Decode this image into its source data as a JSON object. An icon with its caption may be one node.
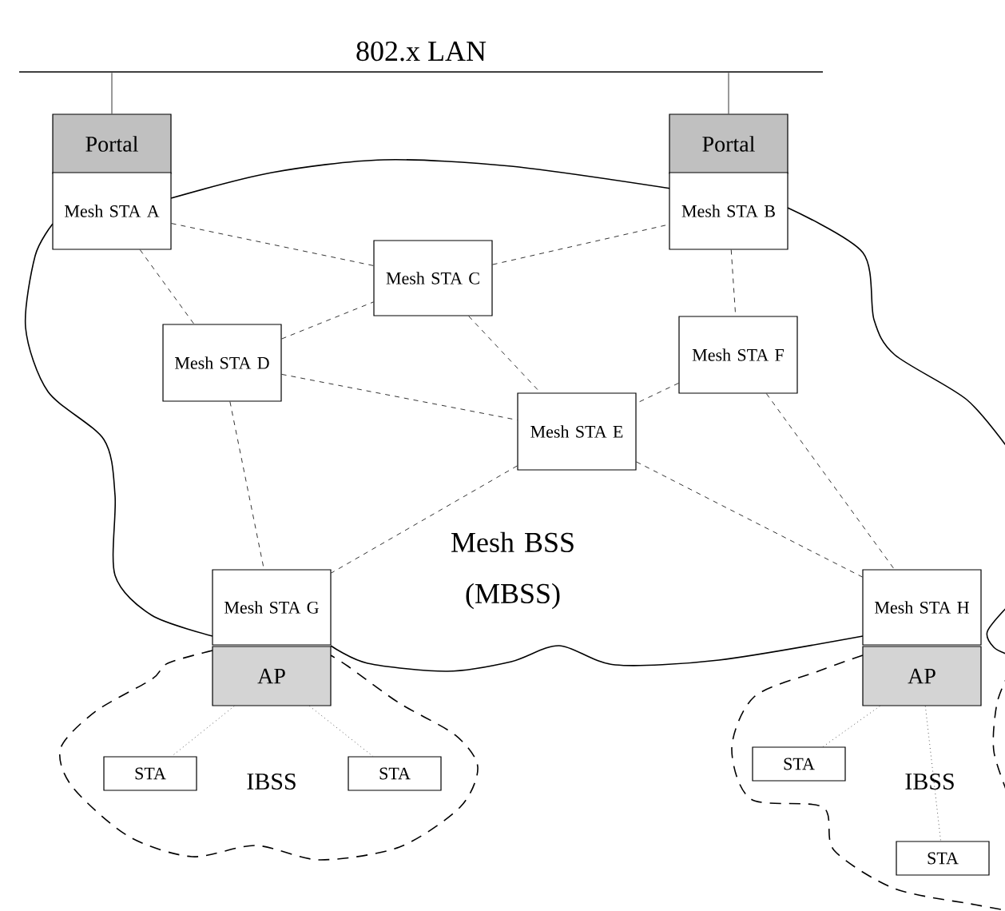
{
  "diagram": {
    "nodes": [
      {
        "text": [
          "802.x LAN"
        ]
      },
      {
        "text": [
          "Portal"
        ]
      },
      {
        "text": [
          "Mesh STA A"
        ]
      },
      {
        "text": [
          "Portal"
        ]
      },
      {
        "text": [
          "Mesh STA B"
        ]
      },
      {
        "text": [
          "Mesh STA C"
        ]
      },
      {
        "text": [
          "Mesh STA D"
        ]
      },
      {
        "text": [
          "Mesh STA E"
        ]
      },
      {
        "text": [
          "Mesh STA F"
        ]
      },
      {
        "text": [
          "Mesh STA G"
        ]
      },
      {
        "text": [
          "AP"
        ]
      },
      {
        "text": [
          "Mesh STA H"
        ]
      },
      {
        "text": [
          "AP"
        ]
      },
      {
        "text": [
          "STA"
        ]
      },
      {
        "text": [
          "STA"
        ]
      },
      {
        "text": [
          "STA"
        ]
      },
      {
        "text": [
          "STA"
        ]
      }
    ],
    "edges": [
      {
        "from": 0,
        "to": 1,
        "arrow": "none"
      },
      {
        "from": 0,
        "to": 3,
        "arrow": "none"
      },
      {
        "from": 2,
        "to": 5,
        "arrow": "none",
        "style": "dashed"
      },
      {
        "from": 2,
        "to": 6,
        "arrow": "none",
        "style": "dashed"
      },
      {
        "from": 6,
        "to": 5,
        "arrow": "none",
        "style": "dashed"
      },
      {
        "from": 5,
        "to": 4,
        "arrow": "none",
        "style": "dashed"
      },
      {
        "from": 5,
        "to": 7,
        "arrow": "none",
        "style": "dashed"
      },
      {
        "from": 6,
        "to": 7,
        "arrow": "none",
        "style": "dashed"
      },
      {
        "from": 6,
        "to": 9,
        "arrow": "none",
        "style": "dashed"
      },
      {
        "from": 4,
        "to": 8,
        "arrow": "none",
        "style": "dashed"
      },
      {
        "from": 8,
        "to": 7,
        "arrow": "none",
        "style": "dashed"
      },
      {
        "from": 7,
        "to": 9,
        "arrow": "none",
        "style": "dashed"
      },
      {
        "from": 7,
        "to": 11,
        "arrow": "none",
        "style": "dashed"
      },
      {
        "from": 8,
        "to": 11,
        "arrow": "none",
        "style": "dashed"
      },
      {
        "from": 10,
        "to": 13,
        "arrow": "none",
        "style": "dashed"
      },
      {
        "from": 10,
        "to": 14,
        "arrow": "none",
        "style": "dashed"
      },
      {
        "from": 12,
        "to": 15,
        "arrow": "none",
        "style": "dashed"
      },
      {
        "from": 12,
        "to": 16,
        "arrow": "none",
        "style": "dashed"
      }
    ],
    "labels": [
      "Mesh BSS (MBSS)",
      "IBSS",
      "IBSS"
    ]
  }
}
